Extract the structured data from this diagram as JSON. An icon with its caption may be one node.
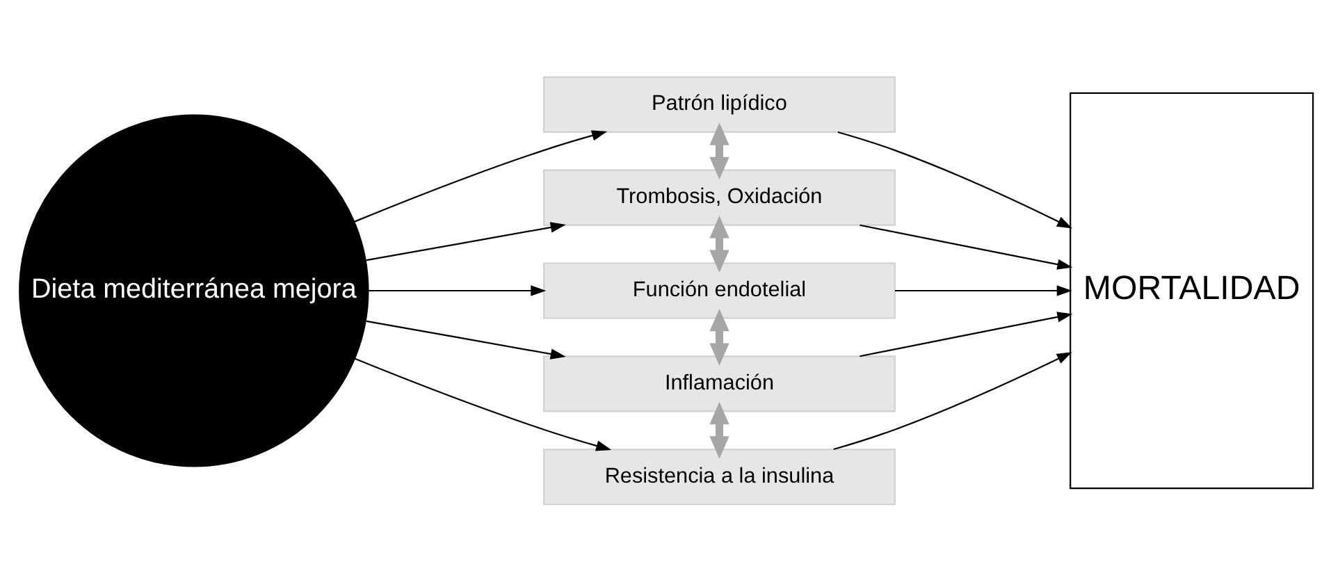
{
  "diagram": {
    "nodes": [
      {
        "text": [
          "Dieta mediterránea mejora"
        ]
      },
      {
        "text": [
          "Patrón lipídico"
        ]
      },
      {
        "text": [
          "Trombosis, Oxidación"
        ]
      },
      {
        "text": [
          "Función endotelial"
        ]
      },
      {
        "text": [
          "Inflamación"
        ]
      },
      {
        "text": [
          "Resistencia a la insulina"
        ]
      },
      {
        "text": [
          "MORTALIDAD"
        ]
      }
    ],
    "edges": [
      {
        "from": 0,
        "to": 1,
        "arrow": "to"
      },
      {
        "from": 0,
        "to": 2,
        "arrow": "to"
      },
      {
        "from": 0,
        "to": 3,
        "arrow": "to"
      },
      {
        "from": 0,
        "to": 4,
        "arrow": "to"
      },
      {
        "from": 0,
        "to": 5,
        "arrow": "to"
      },
      {
        "from": 1,
        "to": 2,
        "arrow": "both",
        "style": "thick",
        "color": "#a6a6a6"
      },
      {
        "from": 2,
        "to": 3,
        "arrow": "both",
        "style": "thick",
        "color": "#a6a6a6"
      },
      {
        "from": 3,
        "to": 4,
        "arrow": "both",
        "style": "thick",
        "color": "#a6a6a6"
      },
      {
        "from": 4,
        "to": 5,
        "arrow": "both",
        "style": "thick",
        "color": "#a6a6a6"
      },
      {
        "from": 1,
        "to": 6,
        "arrow": "to"
      },
      {
        "from": 2,
        "to": 6,
        "arrow": "to"
      },
      {
        "from": 3,
        "to": 6,
        "arrow": "to"
      },
      {
        "from": 4,
        "to": 6,
        "arrow": "to"
      },
      {
        "from": 5,
        "to": 6,
        "arrow": "to"
      }
    ]
  }
}
